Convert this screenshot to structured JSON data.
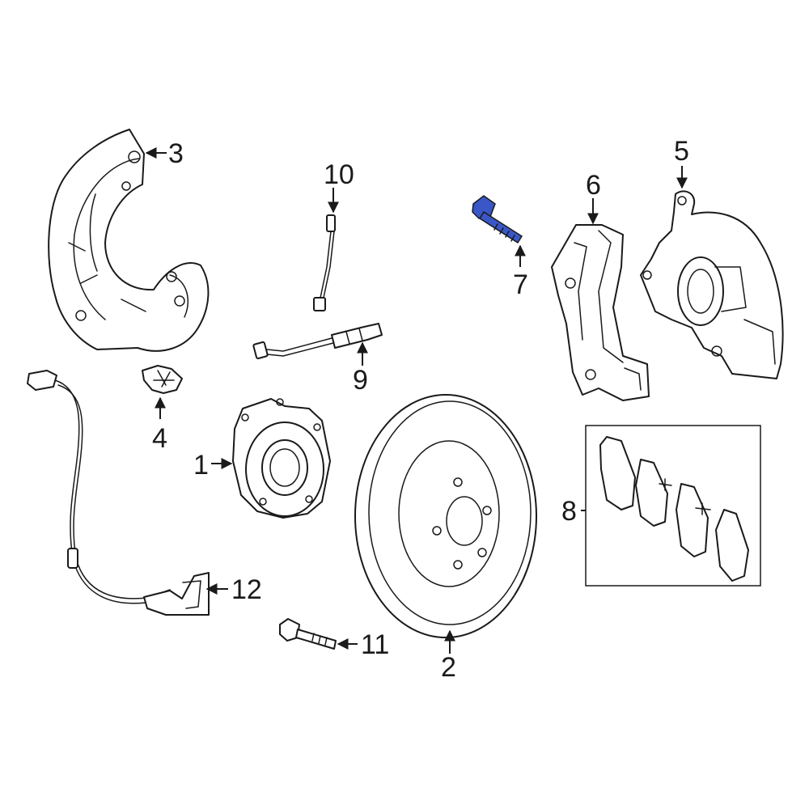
{
  "diagram": {
    "highlight_color": "#3a57c7",
    "line_color": "#1a1a1a",
    "background": "#ffffff",
    "callouts": [
      {
        "id": "1",
        "text": "1"
      },
      {
        "id": "2",
        "text": "2"
      },
      {
        "id": "3",
        "text": "3"
      },
      {
        "id": "4",
        "text": "4"
      },
      {
        "id": "5",
        "text": "5"
      },
      {
        "id": "6",
        "text": "6"
      },
      {
        "id": "7",
        "text": "7"
      },
      {
        "id": "8",
        "text": "8"
      },
      {
        "id": "9",
        "text": "9"
      },
      {
        "id": "10",
        "text": "10"
      },
      {
        "id": "11",
        "text": "11"
      },
      {
        "id": "12",
        "text": "12"
      }
    ],
    "highlighted_part": "7"
  }
}
